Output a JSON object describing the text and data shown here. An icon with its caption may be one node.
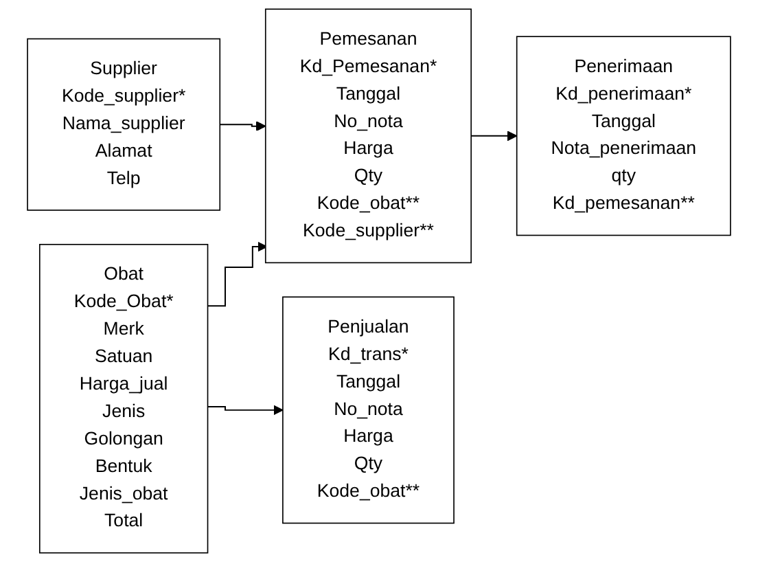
{
  "diagram": {
    "nodes": [
      {
        "text": [
          "Pemesanan",
          "Kd_Pemesanan*",
          "Tanggal",
          "No_nota",
          "Harga",
          "Qty",
          "Kode_obat**",
          "Kode_supplier**"
        ]
      },
      {
        "text": [
          "Obat",
          "Kode_Obat*",
          "Merk",
          "Satuan",
          "Harga_jual",
          "Jenis",
          "Golongan",
          "Bentuk",
          "Jenis_obat",
          "Total"
        ]
      },
      {
        "text": [
          "Penjualan",
          "Kd_trans*",
          "Tanggal",
          "No_nota",
          "Harga",
          "Qty",
          "Kode_obat**"
        ]
      },
      {
        "text": [
          "Penerimaan",
          "Kd_penerimaan*",
          "Tanggal",
          "Nota_penerimaan",
          "qty",
          "Kd_pemesanan**"
        ]
      },
      {
        "text": [
          "Supplier",
          "Kode_supplier*",
          "Nama_supplier",
          "Alamat",
          "Telp"
        ]
      }
    ],
    "edges": [
      {
        "from": 1,
        "to": 0,
        "arrow": "to"
      },
      {
        "from": 1,
        "to": 2,
        "arrow": "to"
      },
      {
        "from": 4,
        "to": 0,
        "arrow": "to"
      },
      {
        "from": 0,
        "to": 3,
        "arrow": "to"
      }
    ]
  }
}
